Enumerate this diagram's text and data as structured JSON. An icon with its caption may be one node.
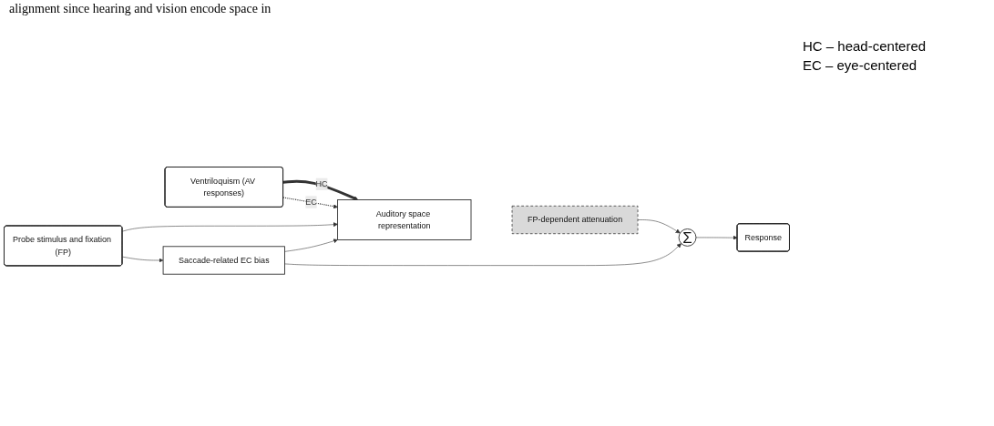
{
  "diagram": {
    "nodes": [
      {
        "text": [
          "Ventriloquism (AV responses)"
        ]
      },
      {
        "text": [
          "Probe stimulus and fixation (FP)"
        ]
      },
      {
        "text": [
          "Auditory space representation"
        ]
      },
      {
        "text": [
          "FP-dependent attenuation"
        ]
      },
      {
        "text": [
          "Σ"
        ]
      },
      {
        "text": [
          "Response"
        ]
      },
      {
        "text": [
          "Saccade-related EC bias"
        ]
      }
    ],
    "edges": [
      {
        "from": 0,
        "to": 2,
        "arrow": "to",
        "label": "HC",
        "style": "thick"
      },
      {
        "from": 0,
        "to": 2,
        "arrow": "to",
        "label": "EC",
        "style": "dashed"
      },
      {
        "from": 1,
        "to": 2,
        "arrow": "to"
      },
      {
        "from": 3,
        "to": 4,
        "arrow": "to"
      },
      {
        "from": 4,
        "to": 5,
        "arrow": "to"
      },
      {
        "from": 6,
        "to": 2,
        "arrow": "to"
      },
      {
        "from": 1,
        "to": 6,
        "arrow": "to"
      },
      {
        "from": 6,
        "to": 4,
        "arrow": "to"
      }
    ],
    "labels": [
      "alignment since hearing and vision encode space in",
      "HC – head-centered",
      "EC – eye-centered"
    ]
  }
}
